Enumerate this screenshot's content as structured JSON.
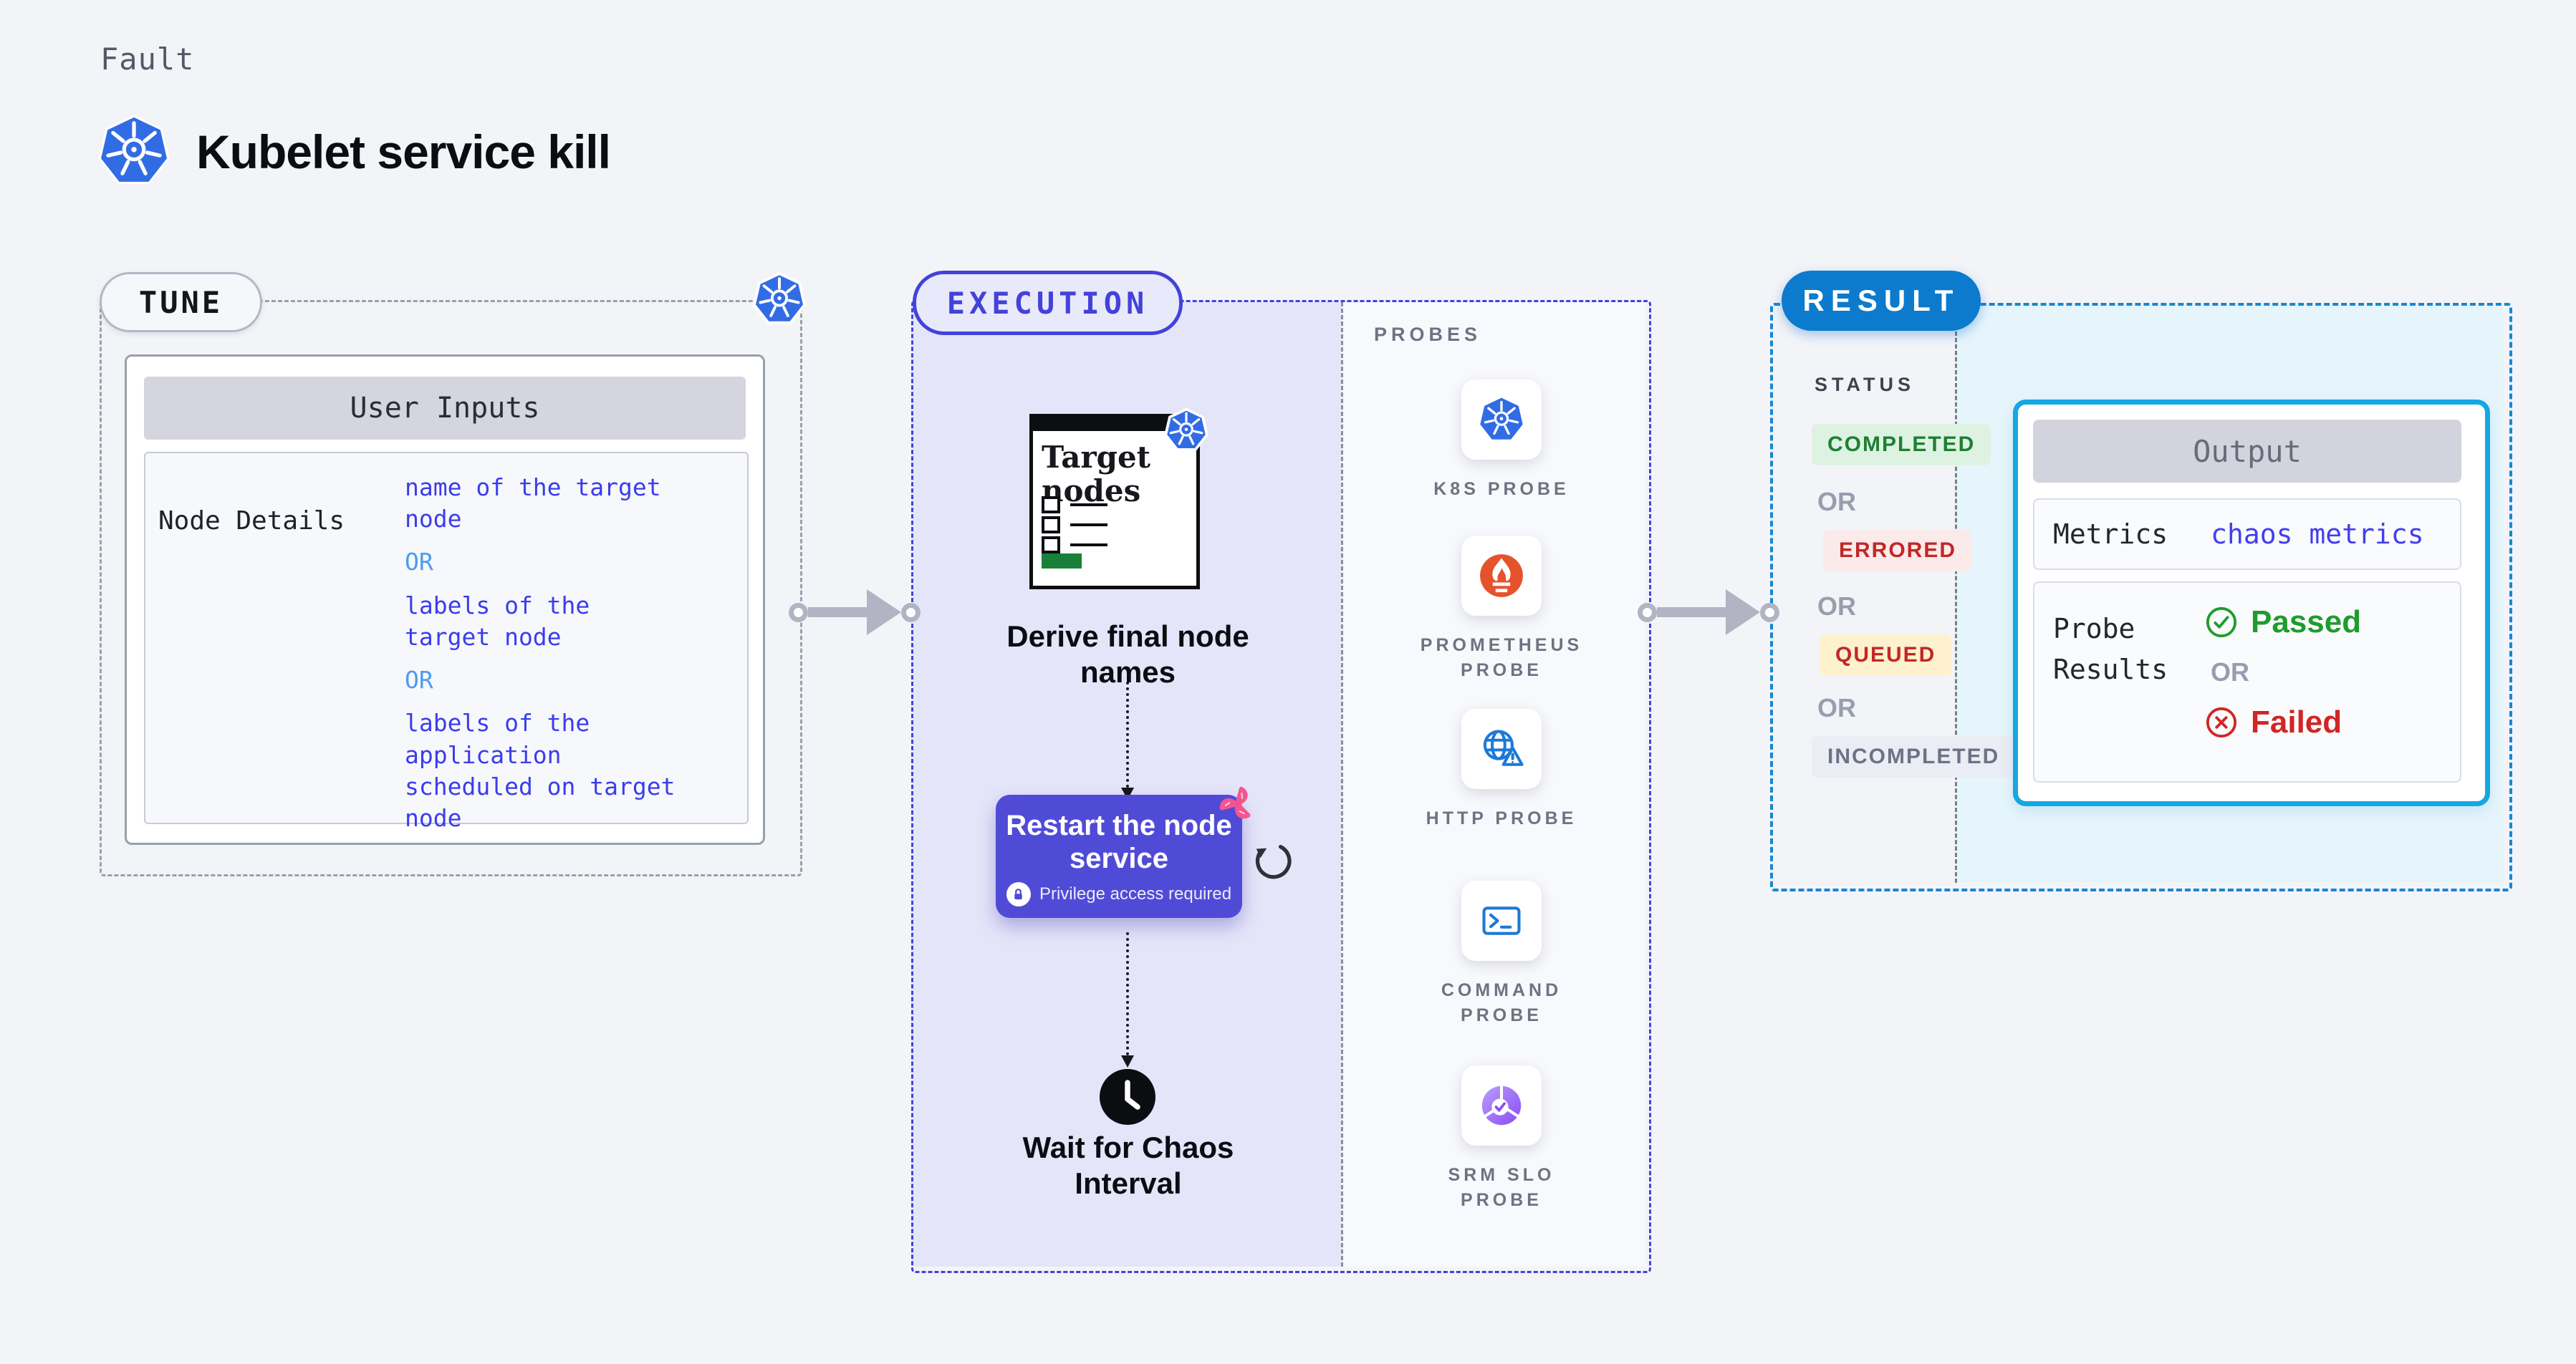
{
  "page": {
    "kicker": "Fault",
    "title": "Kubelet service kill"
  },
  "tune": {
    "badge": "TUNE",
    "card_title": "User Inputs",
    "row_label": "Node Details",
    "value_lines": [
      {
        "type": "value",
        "text": "name of the target\nnode"
      },
      {
        "type": "or",
        "text": "OR"
      },
      {
        "type": "value",
        "text": "labels of the\ntarget node"
      },
      {
        "type": "or",
        "text": "OR"
      },
      {
        "type": "value",
        "text": "labels of the application\n scheduled on target node"
      }
    ]
  },
  "execution": {
    "badge": "EXECUTION",
    "doc_title": "Target nodes",
    "step1_caption": "Derive final node names",
    "action_title": "Restart the node service",
    "action_note": "Privilege access required",
    "wait_caption": "Wait for Chaos Interval"
  },
  "probes": {
    "heading": "PROBES",
    "items": [
      {
        "label": "K8S PROBE",
        "icon": "kubernetes-icon"
      },
      {
        "label": "PROMETHEUS PROBE",
        "icon": "prometheus-icon"
      },
      {
        "label": "HTTP PROBE",
        "icon": "globe-warning-icon"
      },
      {
        "label": "COMMAND PROBE",
        "icon": "terminal-icon"
      },
      {
        "label": "SRM SLO PROBE",
        "icon": "slo-gauge-icon"
      }
    ]
  },
  "result": {
    "badge": "RESULT",
    "status_heading": "STATUS",
    "or_label": "OR",
    "statuses": [
      {
        "label": "COMPLETED",
        "fg": "#1d8033",
        "bg": "#def2e1"
      },
      {
        "label": "ERRORED",
        "fg": "#c32727",
        "bg": "#fbeaea"
      },
      {
        "label": "QUEUED",
        "fg": "#c32727",
        "bg": "#fdf2cd"
      },
      {
        "label": "INCOMPLETED",
        "fg": "#6d7386",
        "bg": "#ebedf4"
      }
    ],
    "output": {
      "title": "Output",
      "metrics_label": "Metrics",
      "metrics_value": "chaos metrics",
      "probe_results_label": "Probe Results",
      "passed_label": "Passed",
      "failed_label": "Failed"
    }
  },
  "colors": {
    "page_bg": "#f3f4f8",
    "kubernetes_blue": "#326ce5",
    "tune_border": "#9aa0ac",
    "execution_accent": "#4342d9",
    "execution_fill": "#e5e5f9",
    "action_purple": "#504bd7",
    "chaos_pink": "#f7548f",
    "result_pill_blue": "#0c7bcd",
    "result_border_blue": "#1787d3",
    "result_fill_cyan": "#e6f5fc",
    "output_border_cyan": "#15a7e1",
    "value_text_blue": "#3a3ded",
    "or_text_blue": "#4f9bed",
    "passed_green": "#1e9c2e",
    "failed_red": "#d22525",
    "prometheus_orange": "#e6522c",
    "probe_icon_blue": "#1c79d8",
    "slo_purple": "#8b4bf5",
    "doc_green": "#188038",
    "arrow_gray": "#b2b4c3"
  }
}
